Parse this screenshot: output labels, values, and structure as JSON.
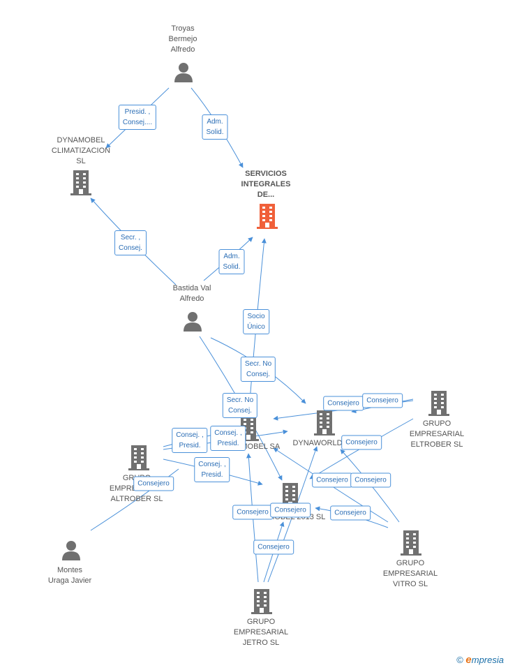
{
  "nodes": {
    "troyas": {
      "label": "Troyas\nBermejo\nAlfredo",
      "type": "person"
    },
    "dynamobel_clim": {
      "label": "DYNAMOBEL\nCLIMATIZACION\nSL",
      "type": "company"
    },
    "servicios": {
      "label": "SERVICIOS\nINTEGRALES\nDE...",
      "type": "company-main"
    },
    "bastida": {
      "label": "Bastida Val\nAlfredo",
      "type": "person"
    },
    "dynamobel_sa": {
      "label": "DYNAMOBEL SA",
      "type": "company"
    },
    "dynaworld": {
      "label": "DYNAWORLD",
      "type": "company"
    },
    "eltrober": {
      "label": "GRUPO\nEMPRESARIAL\nELTROBER SL",
      "type": "company"
    },
    "altrober": {
      "label": "GRUPO\nEMPRESARIAL\nALTROBER SL",
      "type": "company"
    },
    "dynamobel_2013": {
      "label": "DYNAMOBEL 2013 SL",
      "type": "company"
    },
    "vitro": {
      "label": "GRUPO\nEMPRESARIAL\nVITRO SL",
      "type": "company"
    },
    "montes": {
      "label": "Montes\nUraga Javier",
      "type": "person"
    },
    "jetro": {
      "label": "GRUPO\nEMPRESARIAL\nJETRO SL",
      "type": "company"
    }
  },
  "relations": [
    {
      "label": "Presid. ,\nConsej...."
    },
    {
      "label": "Adm.\nSolid."
    },
    {
      "label": "Secr. ,\nConsej."
    },
    {
      "label": "Adm.\nSolid."
    },
    {
      "label": "Socio\nÚnico"
    },
    {
      "label": "Secr. No\nConsej."
    },
    {
      "label": "Secr. No\nConsej."
    },
    {
      "label": "Consejero"
    },
    {
      "label": "Consejero"
    },
    {
      "label": "Consej. ,\nPresid."
    },
    {
      "label": "Consej. ,\nPresid."
    },
    {
      "label": "Consejero"
    },
    {
      "label": "Consej. ,\nPresid."
    },
    {
      "label": "Consejero"
    },
    {
      "label": "Consejero"
    },
    {
      "label": "Consejero"
    },
    {
      "label": "Consejero"
    },
    {
      "label": "Consejero"
    },
    {
      "label": "Consejero"
    },
    {
      "label": "Consejero"
    }
  ],
  "footer": {
    "copyright": "©",
    "brand_initial": "e",
    "brand_rest": "mpresia"
  },
  "colors": {
    "edge": "#4a90d9",
    "icon": "#707070",
    "main_icon": "#f0603a"
  }
}
